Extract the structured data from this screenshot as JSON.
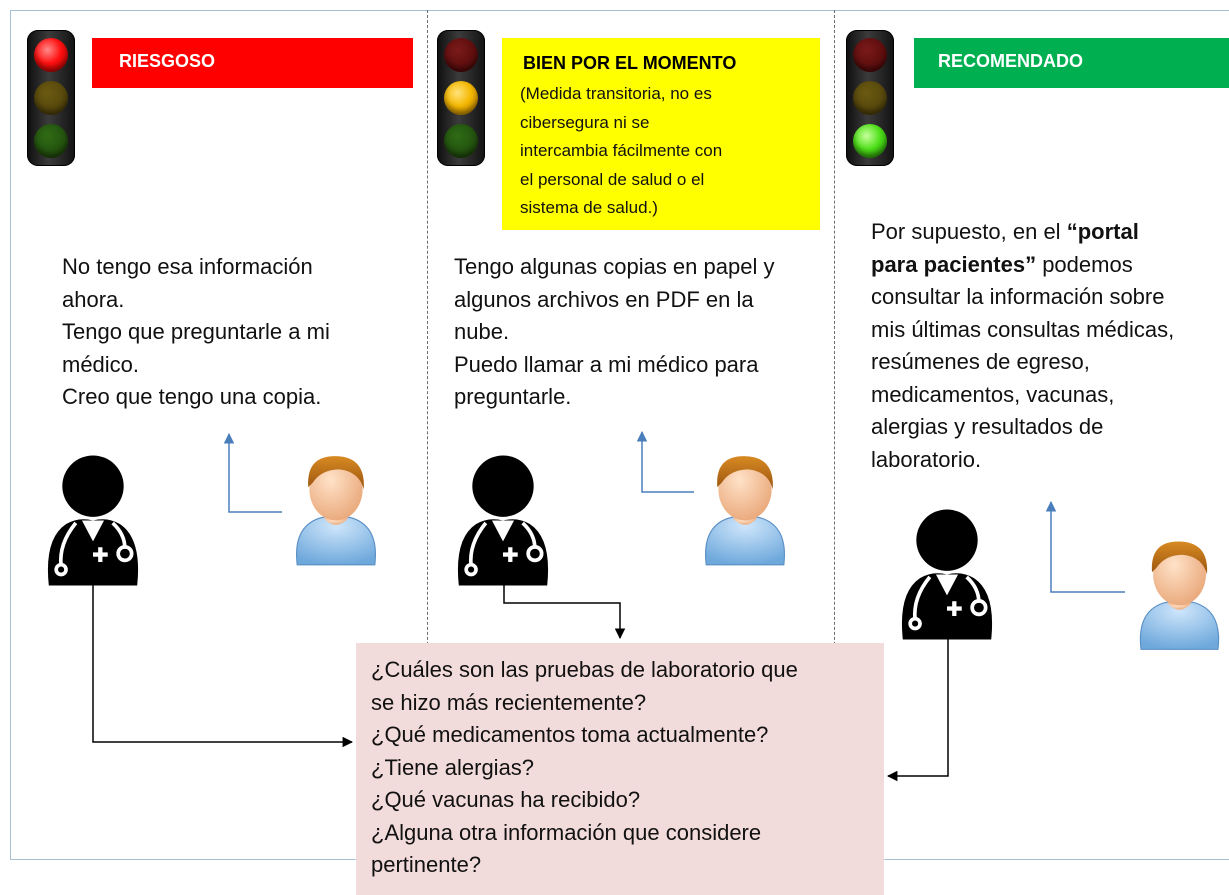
{
  "columns": [
    {
      "label": "RIESGOSO",
      "label_color": "#ff0000",
      "active_light": "red",
      "lines": [
        "No tengo esa información",
        "ahora.",
        "Tengo que preguntarle a mi",
        "médico.",
        "Creo que tengo una copia."
      ]
    },
    {
      "label": "BIEN POR EL MOMENTO",
      "label_color": "#ffff00",
      "active_light": "amber",
      "note_lines": [
        "(Medida transitoria, no es",
        "cibersegura ni se",
        "intercambia fácilmente con",
        "el personal de salud o el",
        "sistema de salud.)"
      ],
      "lines": [
        "Tengo algunas copias en papel y",
        "algunos archivos en PDF en la",
        "nube.",
        "Puedo llamar a mi médico para",
        "preguntarle."
      ]
    },
    {
      "label": "RECOMENDADO",
      "label_color": "#00b050",
      "active_light": "green",
      "intro": "Por supuesto, en el ",
      "portal_bold": "“portal",
      "portal_bold2": "para pacientes”",
      "portal_rest": " podemos",
      "lines": [
        "consultar la información sobre",
        "mis últimas consultas médicas,",
        "resúmenes de egreso,",
        "medicamentos, vacunas,",
        "alergias y resultados de",
        "laboratorio."
      ]
    }
  ],
  "questions": [
    "¿Cuáles son las pruebas de laboratorio que",
    "se hizo más recientemente?",
    "¿Qué medicamentos toma actualmente?",
    "¿Tiene alergias?",
    "¿Qué vacunas ha recibido?",
    "¿Alguna otra información que considere",
    "pertinente?"
  ],
  "icons": [
    "traffic-light-icon",
    "doctor-icon",
    "patient-icon",
    "arrow-icon"
  ],
  "colors": {
    "risky": "#ff0000",
    "ok_for_now": "#ffff00",
    "recommended": "#00b050",
    "question_box": "#f2dcdb",
    "connector_blue": "#4a7ebb"
  }
}
